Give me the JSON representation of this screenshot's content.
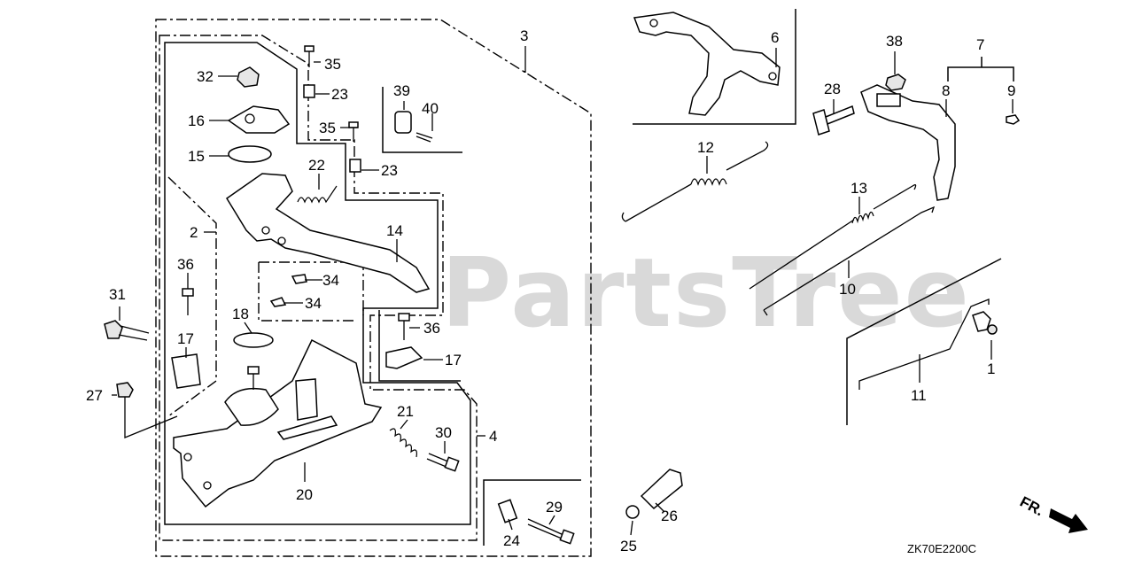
{
  "watermark": "PartsTree",
  "diagram_code": "ZK70E2200C",
  "direction_label": "FR.",
  "callouts": {
    "c1": "1",
    "c2": "2",
    "c3": "3",
    "c4": "4",
    "c6": "6",
    "c7": "7",
    "c8": "8",
    "c9": "9",
    "c10": "10",
    "c11": "11",
    "c12": "12",
    "c13": "13",
    "c14": "14",
    "c15": "15",
    "c16": "16",
    "c17a": "17",
    "c17b": "17",
    "c18": "18",
    "c20": "20",
    "c21": "21",
    "c22": "22",
    "c23a": "23",
    "c23b": "23",
    "c24": "24",
    "c25": "25",
    "c26": "26",
    "c27": "27",
    "c28": "28",
    "c29": "29",
    "c30": "30",
    "c31": "31",
    "c32": "32",
    "c34a": "34",
    "c34b": "34",
    "c35a": "35",
    "c35b": "35",
    "c36a": "36",
    "c36b": "36",
    "c38": "38",
    "c39": "39",
    "c40": "40"
  }
}
